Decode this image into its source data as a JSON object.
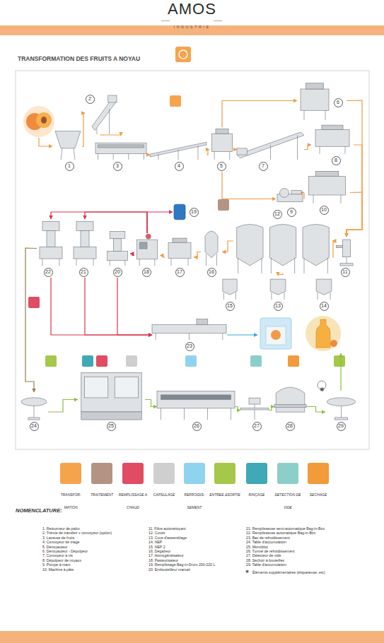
{
  "diagram": {
    "title": "TRANSFORMATION DES FRUITS A NOYAU",
    "nodes": [
      {
        "text": [
          "1"
        ]
      },
      {
        "text": [
          "2"
        ]
      },
      {
        "text": [
          "3"
        ]
      },
      {
        "text": [
          "4"
        ]
      },
      {
        "text": [
          "5"
        ]
      },
      {
        "text": [
          "6"
        ]
      },
      {
        "text": [
          "7"
        ]
      },
      {
        "text": [
          "8"
        ]
      },
      {
        "text": [
          "9"
        ]
      },
      {
        "text": [
          "10"
        ]
      },
      {
        "text": [
          "11"
        ]
      },
      {
        "text": [
          "12"
        ]
      },
      {
        "text": [
          "13"
        ]
      },
      {
        "text": [
          "14"
        ]
      },
      {
        "text": [
          "15"
        ]
      },
      {
        "text": [
          "16"
        ]
      },
      {
        "text": [
          "17"
        ]
      },
      {
        "text": [
          "18"
        ]
      },
      {
        "text": [
          "19"
        ]
      },
      {
        "text": [
          "20"
        ]
      },
      {
        "text": [
          "21"
        ]
      },
      {
        "text": [
          "22"
        ]
      },
      {
        "text": [
          "23"
        ]
      },
      {
        "text": [
          "24"
        ]
      },
      {
        "text": [
          "25"
        ]
      },
      {
        "text": [
          "26"
        ]
      },
      {
        "text": [
          "27"
        ]
      },
      {
        "text": [
          "28"
        ]
      },
      {
        "text": [
          "29"
        ]
      }
    ],
    "edges": [
      {
        "from": 0,
        "to": 1,
        "arrow": "to"
      },
      {
        "from": 1,
        "to": 2,
        "arrow": "to"
      },
      {
        "from": 2,
        "to": 3,
        "arrow": "to"
      },
      {
        "from": 3,
        "to": 4,
        "arrow": "to"
      },
      {
        "from": 4,
        "to": 5,
        "arrow": "to"
      },
      {
        "from": 4,
        "to": 6,
        "arrow": "to"
      },
      {
        "from": 4,
        "to": 8,
        "arrow": "to"
      },
      {
        "from": 6,
        "to": 7,
        "arrow": "to"
      },
      {
        "from": 8,
        "to": 9,
        "arrow": "to"
      },
      {
        "from": 5,
        "to": 10,
        "arrow": "to"
      },
      {
        "from": 7,
        "to": 10,
        "arrow": "to"
      },
      {
        "from": 9,
        "to": 10,
        "arrow": "to"
      },
      {
        "from": 10,
        "to": 11,
        "arrow": "to"
      },
      {
        "from": 11,
        "to": 15,
        "arrow": "to"
      },
      {
        "from": 15,
        "to": 16,
        "arrow": "to"
      },
      {
        "from": 16,
        "to": 17,
        "arrow": "to"
      },
      {
        "from": 11,
        "to": 12,
        "arrow": "to"
      },
      {
        "from": 17,
        "to": 18,
        "arrow": "to"
      },
      {
        "from": 17,
        "to": 19,
        "arrow": "to"
      },
      {
        "from": 17,
        "to": 20,
        "arrow": "to"
      },
      {
        "from": 17,
        "to": 21,
        "arrow": "to"
      },
      {
        "from": 19,
        "to": 22,
        "arrow": "to"
      },
      {
        "from": 20,
        "to": 22,
        "arrow": "to"
      },
      {
        "from": 21,
        "to": 22,
        "arrow": "to"
      },
      {
        "from": 21,
        "to": 23,
        "arrow": "to"
      },
      {
        "from": 23,
        "to": 24,
        "arrow": "to"
      },
      {
        "from": 24,
        "to": 25,
        "arrow": "to"
      },
      {
        "from": 25,
        "to": 26,
        "arrow": "to"
      },
      {
        "from": 26,
        "to": 27,
        "arrow": "to"
      },
      {
        "from": 27,
        "to": 28,
        "arrow": "to"
      }
    ],
    "labels": [
      "AMOS",
      "INDUSTRIE",
      "❋",
      "NOMENCLATURE:",
      "1. Retourneur de palox",
      "2. Trémie de transfert + convoyeur (option)",
      "3. Laveuse de fruits",
      "4. Convoyeur de triage",
      "5. Dénoyauteur",
      "6. Dénoyauteur - Dépulpeur",
      "7. Convoyeur à vis",
      "8. Dépulpeur de noyaux",
      "9. Pompe à marc",
      "10. Machine à pâte",
      "11. Filtre autonettoyant",
      "12. Cuves",
      "13. Cuve d'assemblage",
      "14. NEP",
      "15. NEP 2",
      "16. Dégazeur",
      "17. Homogénéisateur",
      "18. Pasteurisateur",
      "19. Remplissage Bag-in-Drum 200-220 L",
      "20. Embouteilleur manuel",
      "21. Remplisseuse semi-automatique Bag-in-Box",
      "22. Remplisseuse automatique Bag-in-Box",
      "23. Bac de refroidissement",
      "24. Table d'accumulation",
      "25. Monobloc",
      "26. Tunnel de refroidissement",
      "27. Détecteur de vide",
      "28. Séchoir à bouteilles",
      "29. Table d'accumulation",
      "❋",
      "Éléments supplémentaires (étiqueteuse, etc)"
    ],
    "legend": [
      {
        "text": "TRANSFOR- MATION",
        "color": "#f6a44c"
      },
      {
        "text": "TRAITEMENT",
        "color": "#b39483"
      },
      {
        "text": "REMPLISSAGE A CHAUD",
        "color": "#e04c63"
      },
      {
        "text": "CAPSULAGE",
        "color": "#cfcfcf"
      },
      {
        "text": "REFROIDIS- SEMENT",
        "color": "#8fd3ef"
      },
      {
        "text": "ENTREE &SORTIE",
        "color": "#a5c84a"
      },
      {
        "text": "RINÇAGE",
        "color": "#3fa9b5"
      },
      {
        "text": "DETECTION DE VIDE",
        "color": "#8ccfc9"
      },
      {
        "text": "SECHAGE",
        "color": "#f39a3b"
      }
    ]
  }
}
